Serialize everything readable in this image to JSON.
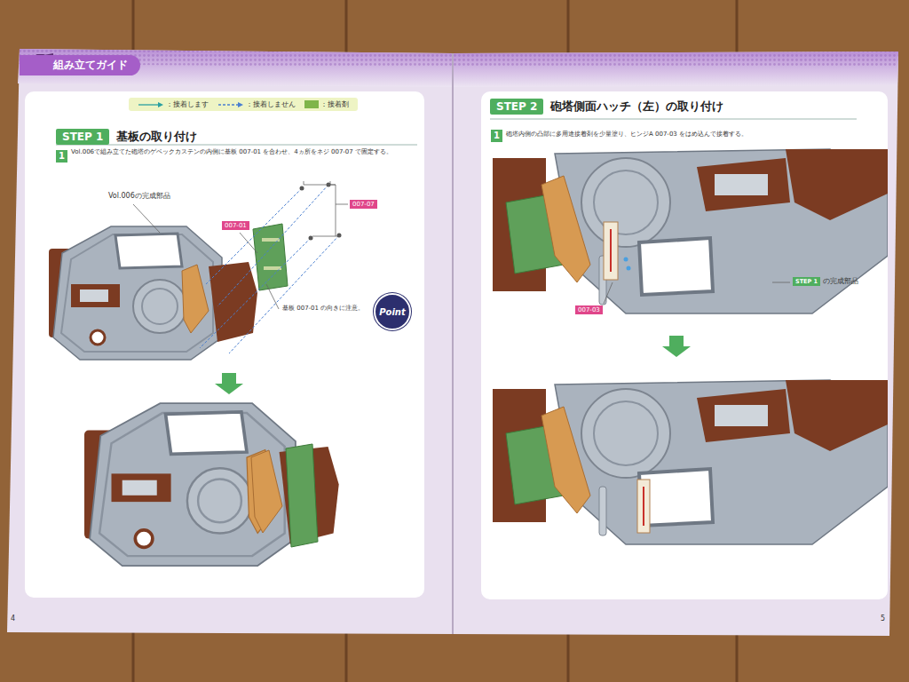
{
  "diagram": {
    "title": "組み立てガイド",
    "nodes": [
      {
        "text": [
          "STEP 1",
          "基板の取り付け"
        ]
      },
      {
        "text": [
          "1"
        ]
      },
      {
        "text": [
          "007-07"
        ]
      },
      {
        "text": [
          "007-01"
        ]
      },
      {
        "text": [
          "Point"
        ]
      },
      {
        "text": [
          "STEP 2",
          "砲塔側面ハッチ（左）の取り付け"
        ]
      },
      {
        "text": [
          "1"
        ]
      },
      {
        "text": [
          "STEP 1",
          "の完成部品"
        ]
      },
      {
        "text": [
          "007-03"
        ]
      }
    ],
    "labels": [
      "Vol.006で組み立てた砲塔のゲベックカステンの内側に基板 007-01 を合わせ、4ヵ所をネジ 007-07 で固定する。",
      "Vol.006の完成部品",
      "基板 007-01 の向きに注意。",
      "4",
      "砲塔内側の凸部に多用途接着剤を少量塗り、ヒンジA 007-03 をはめ込んで接着する。",
      "5"
    ],
    "legend": [
      {
        "text": "：接着します"
      },
      {
        "text": "：接着しません"
      },
      {
        "text": "：接着剤",
        "color": "#7fb54a"
      }
    ]
  }
}
